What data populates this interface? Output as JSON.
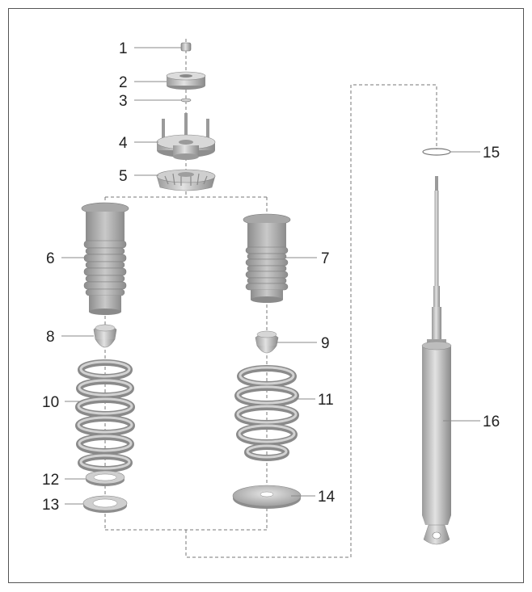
{
  "callouts": {
    "c1": "1",
    "c2": "2",
    "c3": "3",
    "c4": "4",
    "c5": "5",
    "c6": "6",
    "c7": "7",
    "c8": "8",
    "c9": "9",
    "c10": "10",
    "c11": "11",
    "c12": "12",
    "c13": "13",
    "c14": "14",
    "c15": "15",
    "c16": "16"
  },
  "colors": {
    "part_light": "#d6d6d6",
    "part_mid": "#b5b5b5",
    "part_dark": "#8e8e8e",
    "line": "#777777"
  }
}
